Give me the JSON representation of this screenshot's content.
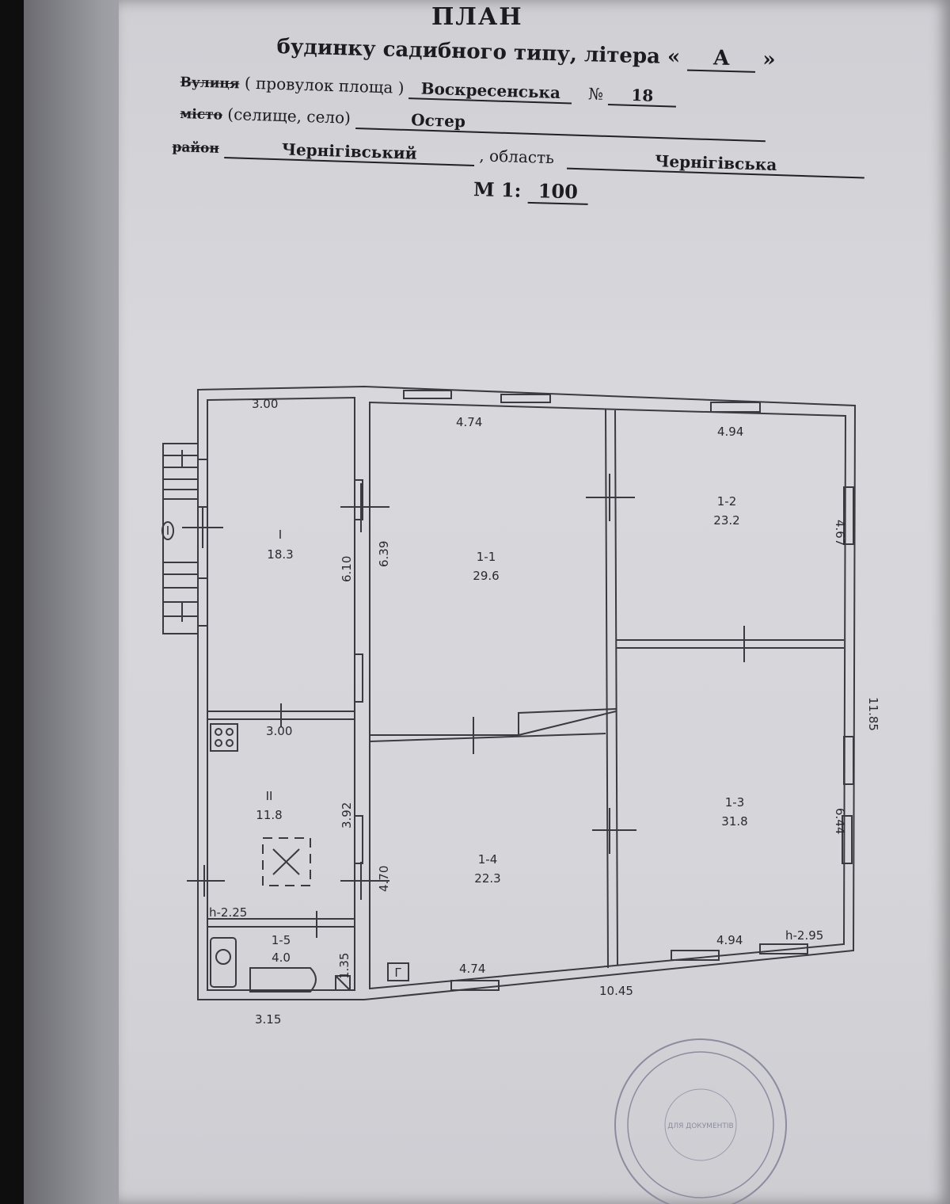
{
  "header": {
    "title": "ПЛАН",
    "subtitle": "будинку садибного типу, літера «",
    "letter": "А",
    "subtitle_close": "»",
    "street_label": "Вулиця",
    "street_hint": "( провулок площа )",
    "street_value": "Воскресенська",
    "number_label": "№",
    "number_value": "18",
    "city_label": "місто",
    "city_hint": "(селище, село)",
    "city_value": "Остер",
    "district_label": "район",
    "district_value": "Чернігівський",
    "region_label": ", область",
    "region_value": "Чернігівська",
    "scale_label": "М 1:",
    "scale_value": "100"
  },
  "rooms": [
    {
      "id": "I",
      "area": "18.3"
    },
    {
      "id": "1-1",
      "area": "29.6"
    },
    {
      "id": "1-2",
      "area": "23.2"
    },
    {
      "id": "II",
      "area": "11.8"
    },
    {
      "id": "1-4",
      "area": "22.3"
    },
    {
      "id": "1-3",
      "area": "31.8"
    },
    {
      "id": "1-5",
      "area": "4.0"
    }
  ],
  "dimensions": {
    "room_I_width": "3.00",
    "room_I_height": "6.10",
    "room_11_width": "4.74",
    "room_11_height": "6.39",
    "room_12_width": "4.94",
    "room_12_height": "4.67",
    "room_II_width": "3.00",
    "room_II_height": "3.92",
    "room_14_height": "4.70",
    "room_14_width": "4.74",
    "room_13_height": "6.44",
    "room_13_width": "4.94",
    "room_15_height": "1.35",
    "total_height": "11.85",
    "total_width": "10.45",
    "left_width": "3.15",
    "ceiling_left": "h-2.25",
    "ceiling_right": "h-2.95"
  },
  "entrance_mark": "Ⅰ",
  "heater_mark": "Г",
  "stamp_text": "ДЛЯ ДОКУМЕНТІВ"
}
